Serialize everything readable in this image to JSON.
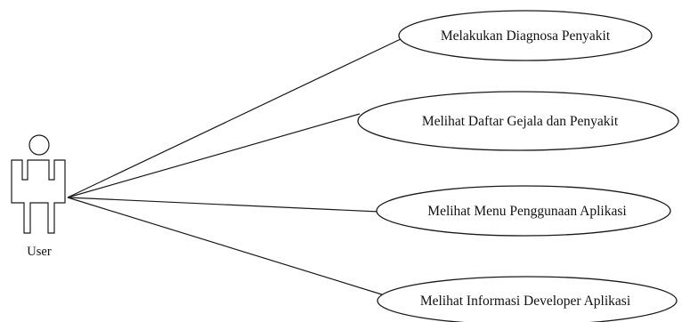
{
  "actor": {
    "label": "User"
  },
  "use_cases": [
    {
      "label": "Melakukan Diagnosa Penyakit"
    },
    {
      "label": "Melihat Daftar Gejala dan Penyakit"
    },
    {
      "label": "Melihat Menu Penggunaan Aplikasi"
    },
    {
      "label": "Melihat Informasi Developer Aplikasi"
    }
  ]
}
